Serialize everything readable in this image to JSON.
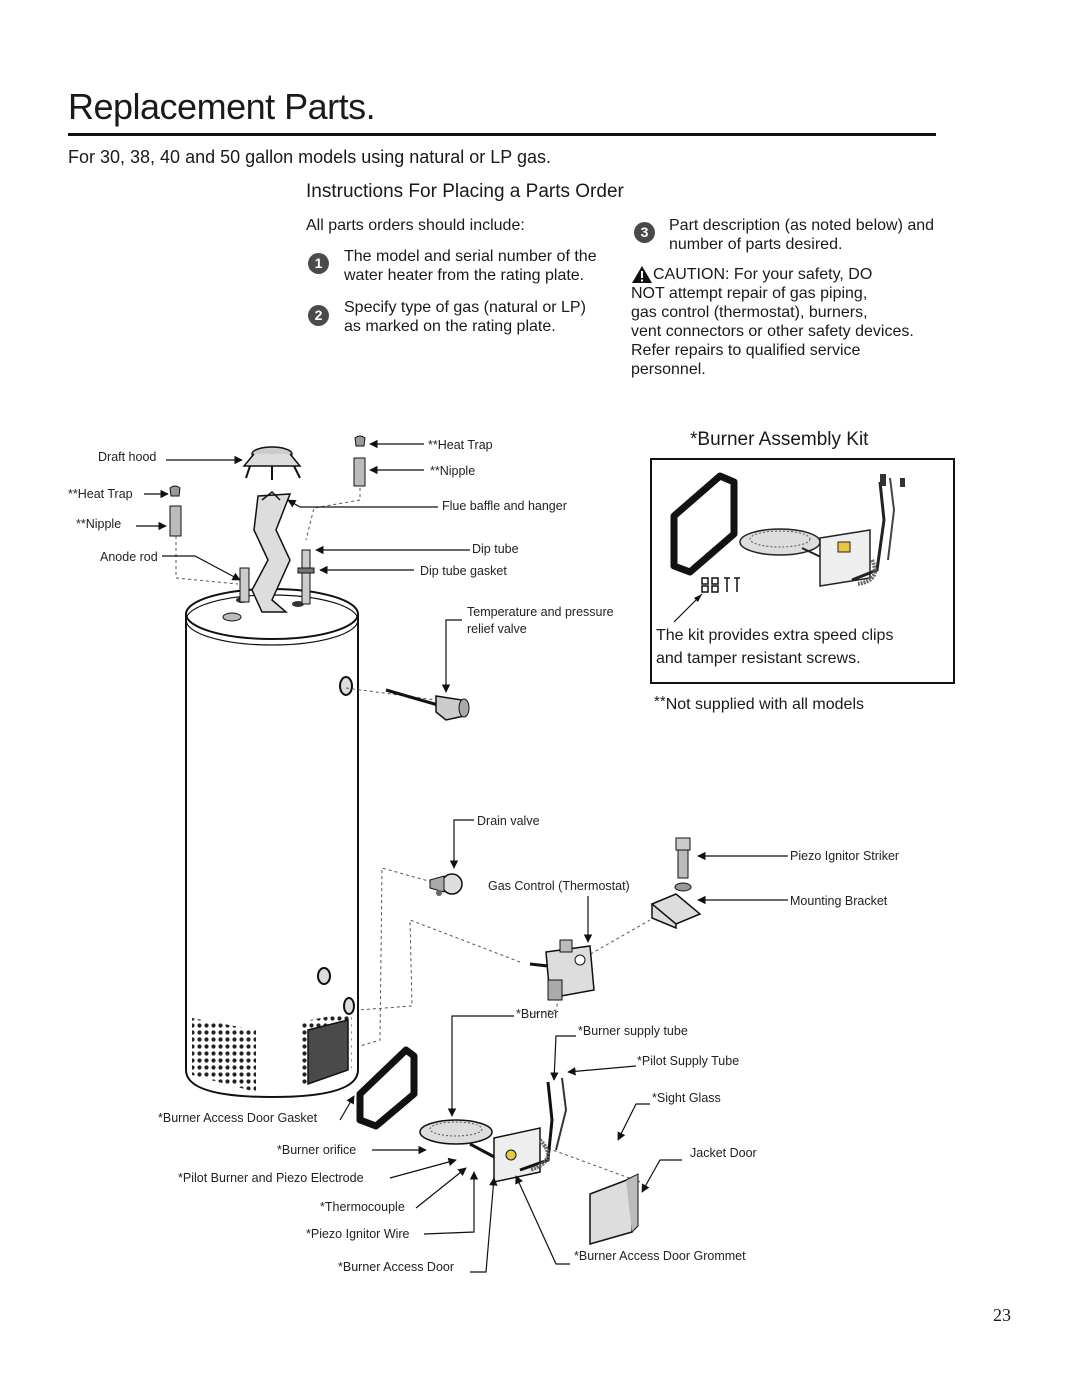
{
  "title": "Replacement Parts.",
  "subtitle": "For 30, 38, 40 and 50 gallon models using natural or LP gas.",
  "instructions": {
    "heading": "Instructions For Placing a Parts Order",
    "intro": "All parts orders should include:",
    "steps": [
      {
        "num": "1",
        "line1": "The model and serial number of the",
        "line2": "water heater from the rating plate."
      },
      {
        "num": "2",
        "line1": "Specify type of gas (natural or LP)",
        "line2": "as marked on the rating plate."
      },
      {
        "num": "3",
        "line1": "Part description (as noted below) and",
        "line2": "number of parts desired."
      }
    ],
    "caution": {
      "line1": "CAUTION: For your safety, DO",
      "line2": "NOT attempt repair of gas piping,",
      "line3": "gas control (thermostat), burners,",
      "line4": "vent connectors or other safety devices.",
      "line5": "Refer repairs to qualified service",
      "line6": "personnel."
    }
  },
  "kit": {
    "title": "*Burner Assembly Kit",
    "note_line1": "The kit provides extra speed clips",
    "note_line2": "and tamper resistant screws."
  },
  "not_supplied": "Not supplied with all models",
  "not_supplied_mark": "**",
  "labels": {
    "draft_hood": "Draft hood",
    "heat_trap_left": "**Heat Trap",
    "nipple_left": "**Nipple",
    "anode_rod": "Anode rod",
    "heat_trap_top": "**Heat Trap",
    "nipple_top": "**Nipple",
    "flue_baffle": "Flue baffle and hanger",
    "dip_tube": "Dip tube",
    "dip_tube_gasket": "Dip tube gasket",
    "tp_valve_1": "Temperature and pressure",
    "tp_valve_2": "relief valve",
    "drain_valve": "Drain valve",
    "piezo_striker": "Piezo Ignitor Striker",
    "gas_control": "Gas Control (Thermostat)",
    "mounting_bracket": "Mounting Bracket",
    "burner": "*Burner",
    "burner_supply_tube": "*Burner supply tube",
    "pilot_supply_tube": "*Pilot Supply Tube",
    "sight_glass": "*Sight Glass",
    "door_gasket": "*Burner Access Door Gasket",
    "burner_orifice": "*Burner  orifice",
    "jacket_door": "Jacket Door",
    "pilot_burner": "*Pilot Burner and Piezo Electrode",
    "thermocouple": "*Thermocouple",
    "piezo_wire": "*Piezo Ignitor Wire",
    "access_door": "*Burner Access Door",
    "door_grommet": "*Burner Access Door Grommet"
  },
  "page_number": "23",
  "colors": {
    "text": "#1a1a1a",
    "badge": "#4a4a4a",
    "window": "#444444",
    "highlight": "#e8c840"
  }
}
